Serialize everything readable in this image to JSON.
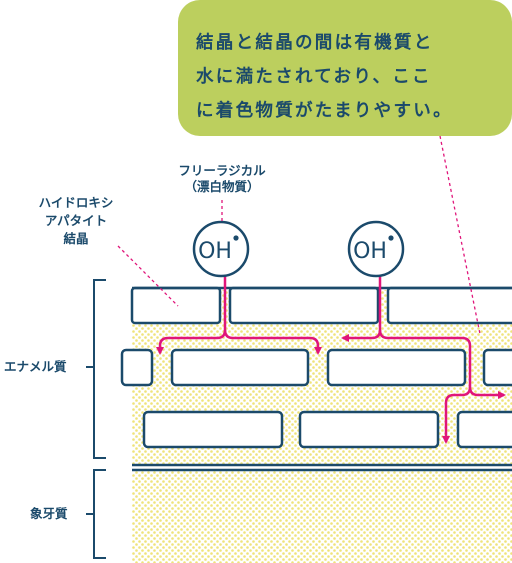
{
  "callout": {
    "line1": "結晶と結晶の間は有機質と",
    "line2": "水に満たされており、ここ",
    "line3": "に着色物質がたまりやすい。"
  },
  "free_radical": {
    "line1": "フリーラジカル",
    "line2": "（漂白物質）"
  },
  "hydroxyapatite": {
    "line1": "ハイドロキシ",
    "line2": "アパタイト",
    "line3": "結晶"
  },
  "enamel_label": "エナメル質",
  "dentin_label": "象牙質",
  "oh_label": "OH",
  "colors": {
    "navy": "#1b4a6b",
    "callout_green": "#bccf5e",
    "arrow_magenta": "#e0157a",
    "dot_yellow": "#efe37a"
  }
}
